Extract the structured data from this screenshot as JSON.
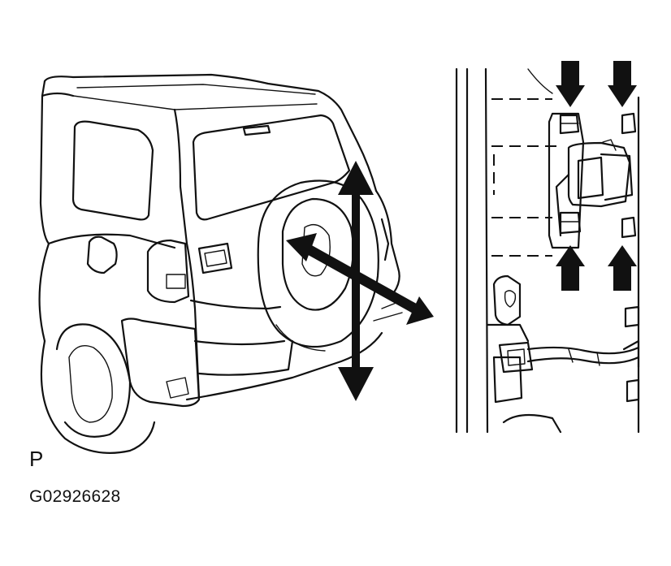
{
  "figure": {
    "view_marker": "P",
    "figure_code": "G02926628"
  },
  "colors": {
    "ink": "#111111",
    "paper": "#ffffff"
  },
  "icons": {
    "vehicle": "rear-three-quarter-suv-line-art",
    "adjust_arrows": "four-way-adjust-arrow",
    "hinge_bolt_arrows": "down-and-up-pointing-arrows"
  }
}
